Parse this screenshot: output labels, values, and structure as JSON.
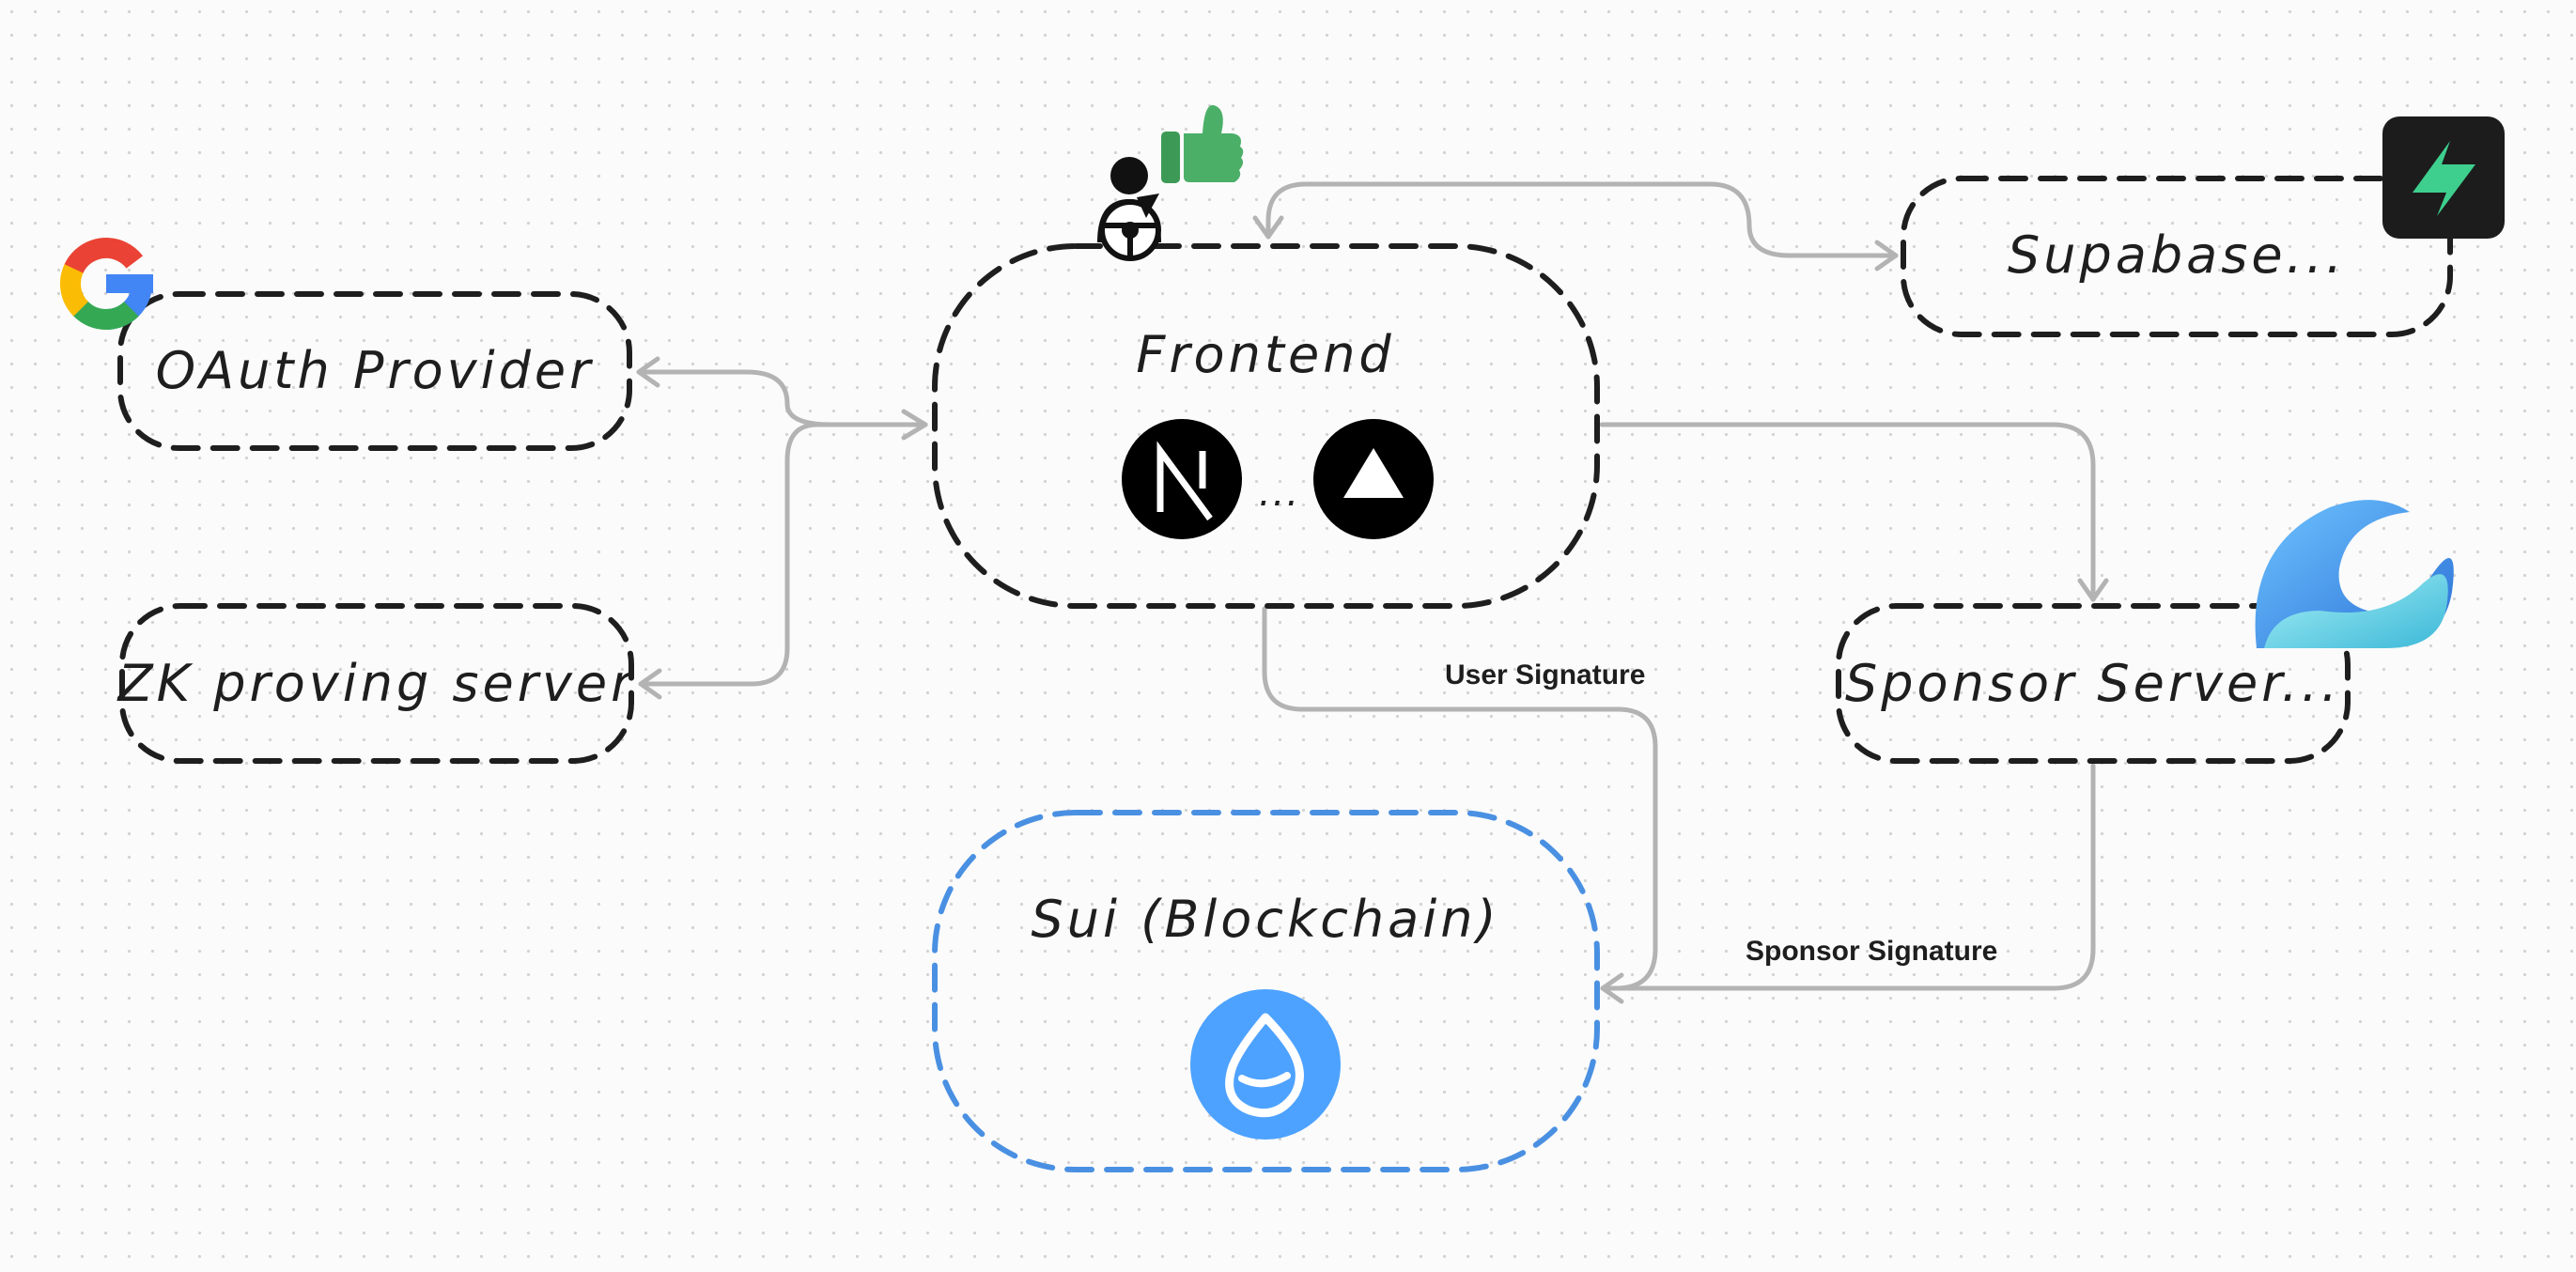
{
  "nodes": {
    "frontend": {
      "label": "Frontend",
      "ellipsis": "..."
    },
    "oauth": {
      "label": "OAuth Provider"
    },
    "zk": {
      "label": "ZK proving server"
    },
    "supabase": {
      "label": "Supabase..."
    },
    "sponsor": {
      "label": "Sponsor Server..."
    },
    "sui": {
      "label": "Sui (Blockchain)"
    }
  },
  "edges": {
    "user_signature": "User Signature",
    "sponsor_signature": "Sponsor Signature"
  },
  "icons": [
    "google-icon",
    "user-driver-icon",
    "thumbs-up-icon",
    "nextjs-icon",
    "vercel-icon",
    "supabase-icon",
    "sponsor-wave-icon",
    "sui-icon"
  ],
  "colors": {
    "node_stroke": "#1e1e1e",
    "sui_stroke": "#4a90e2",
    "edge_stroke": "#b3b3b3",
    "sui_brand": "#4da2ff",
    "supabase_brand": "#3ecf8e",
    "thumbs_up": "#4caf68"
  }
}
